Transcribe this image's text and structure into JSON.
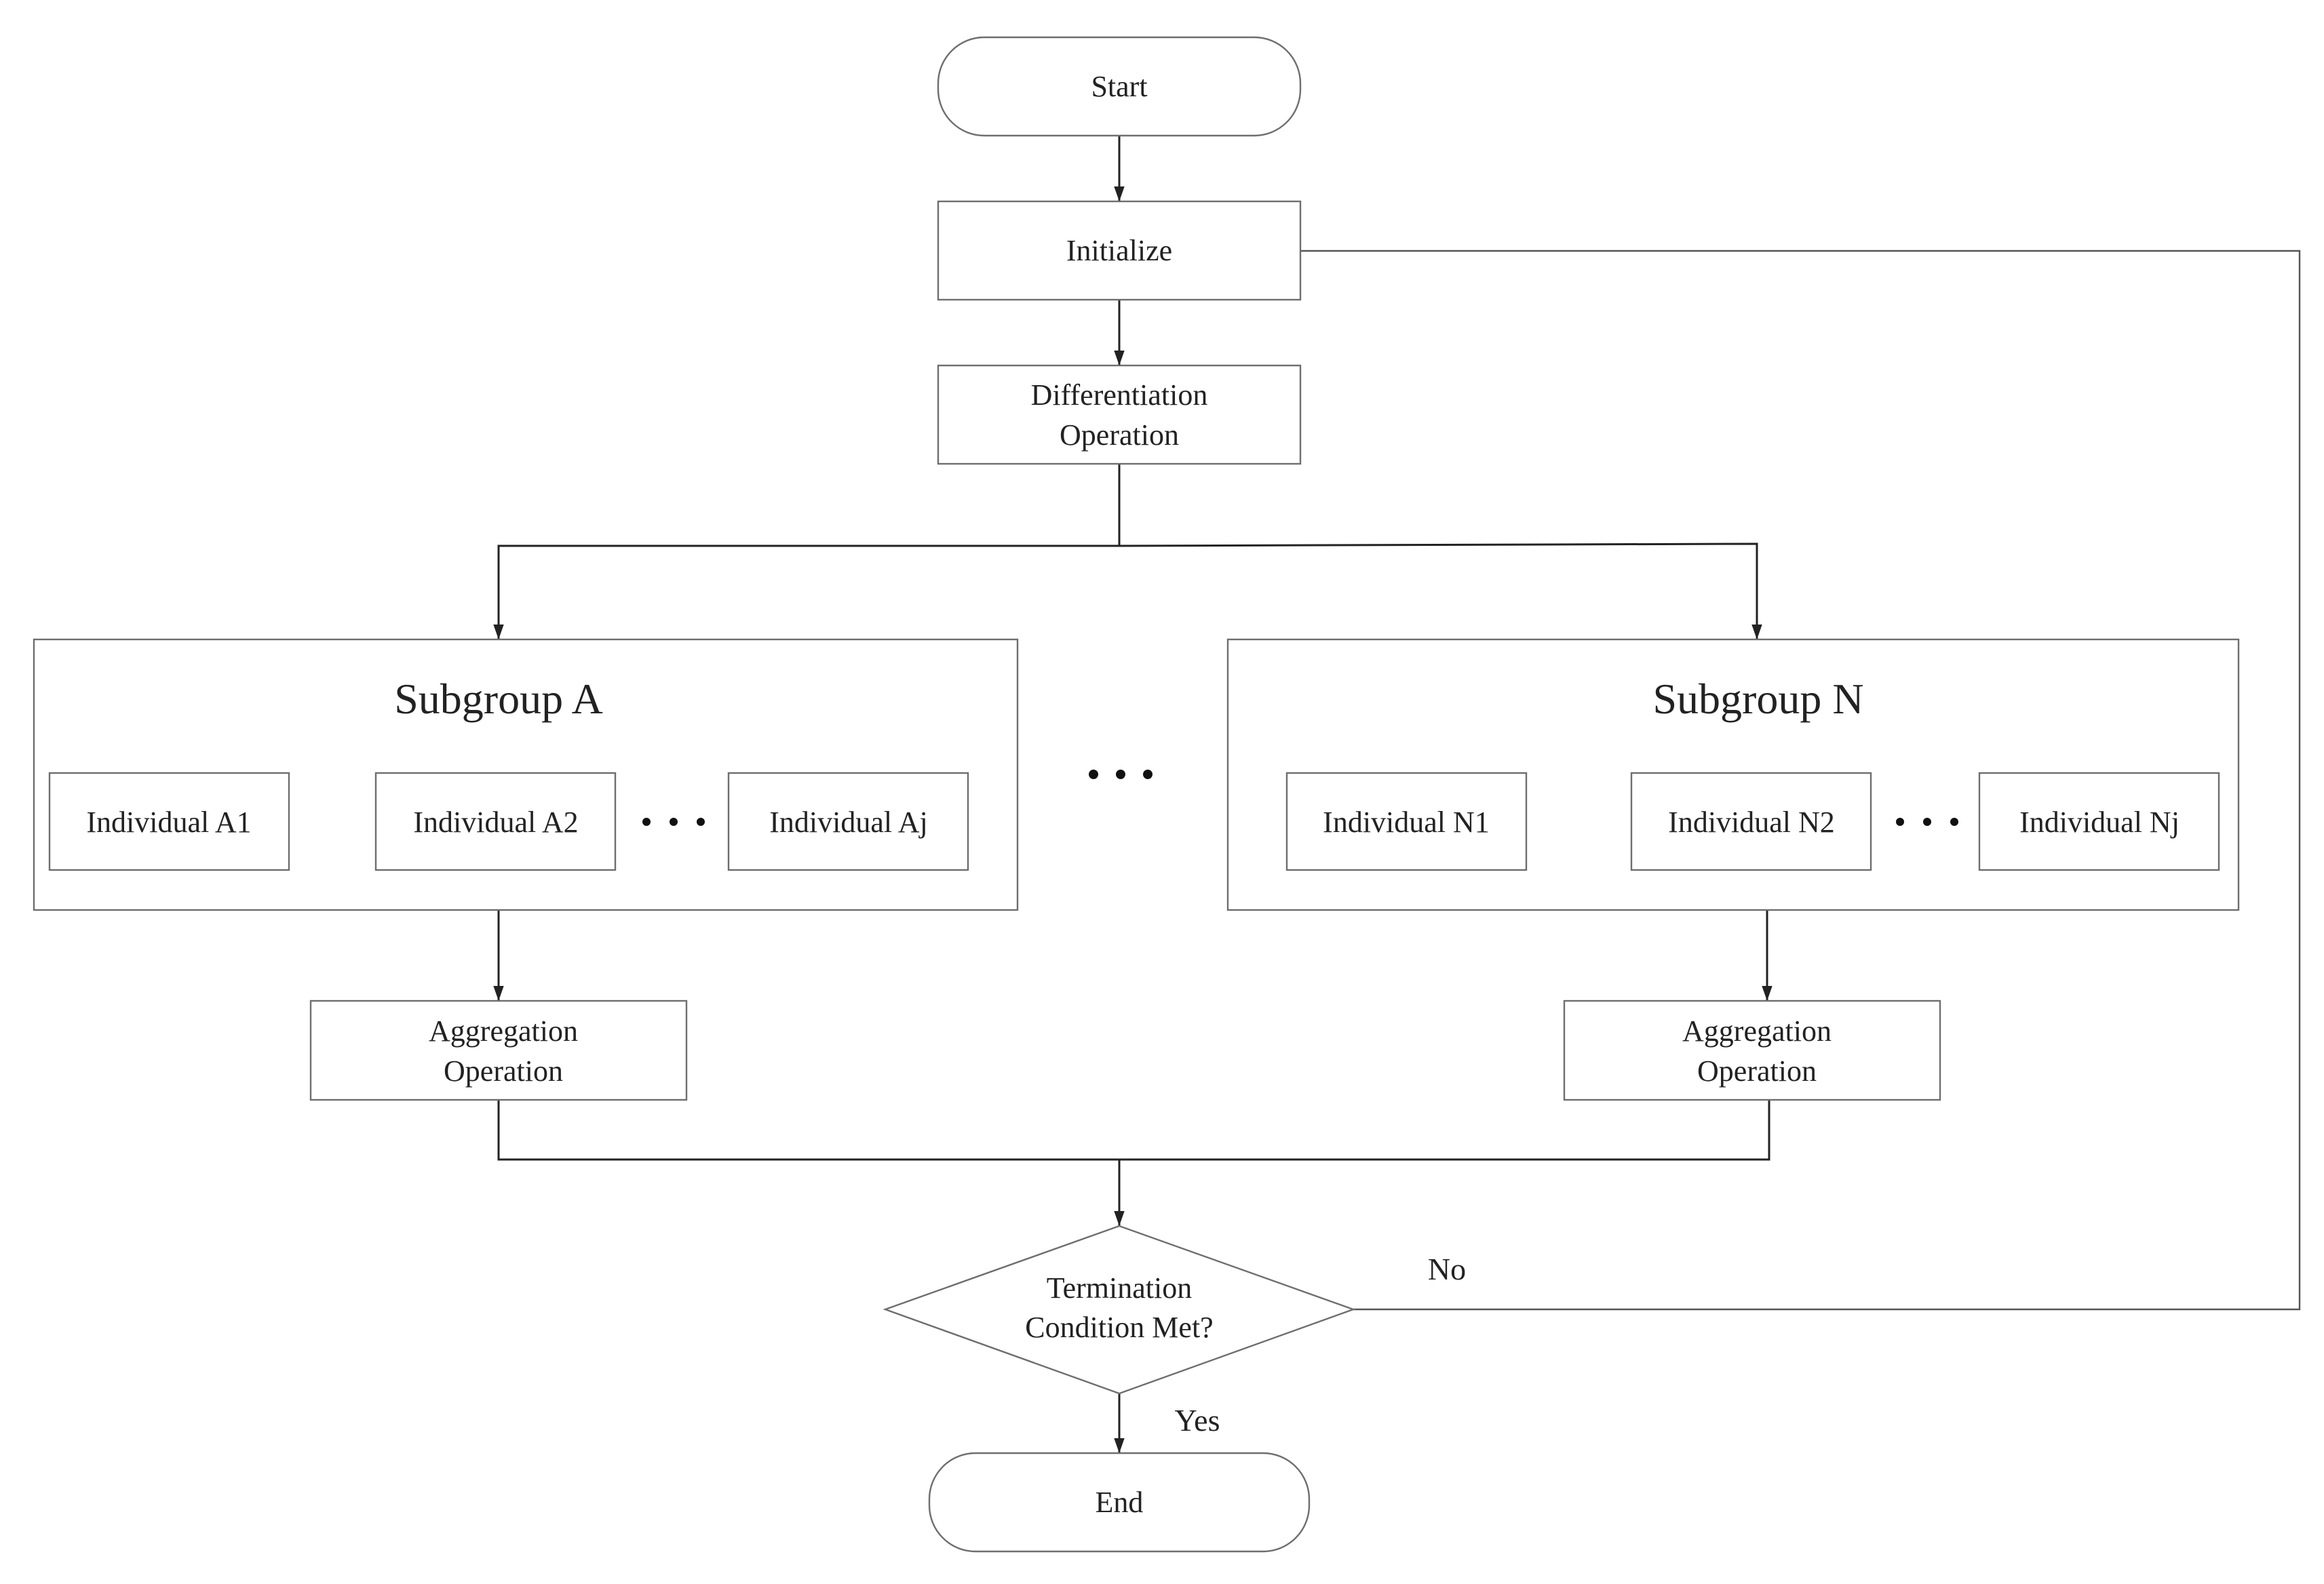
{
  "flowchart": {
    "start": "Start",
    "initialize": "Initialize",
    "differentiation": [
      "Differentiation",
      "Operation"
    ],
    "subgroups": [
      {
        "title": "Subgroup A",
        "individuals": [
          "Individual A1",
          "Individual A2",
          "Individual Aj"
        ],
        "aggregation": [
          "Aggregation",
          "Operation"
        ]
      },
      {
        "title": "Subgroup N",
        "individuals": [
          "Individual N1",
          "Individual N2",
          "Individual Nj"
        ],
        "aggregation": [
          "Aggregation",
          "Operation"
        ]
      }
    ],
    "decision": [
      "Termination",
      "Condition Met?"
    ],
    "label_no": "No",
    "label_yes": "Yes",
    "end": "End"
  }
}
